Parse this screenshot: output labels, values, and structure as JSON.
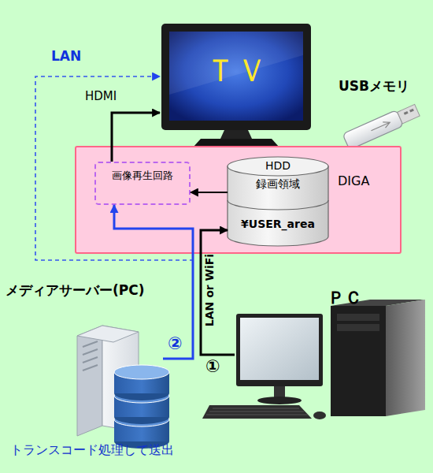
{
  "diagram": {
    "nodes": [
      {
        "text": [
          "ＴＶ"
        ]
      },
      {
        "text": [
          "DIGA"
        ]
      },
      {
        "text": [
          "画像再生回路"
        ],
        "in": 1
      },
      {
        "text": [
          "HDD",
          "録画領域",
          "¥USER_area"
        ],
        "in": 1
      },
      {
        "text": [
          "メディアサーバー(PC)",
          "トランスコード処理して送出"
        ]
      },
      {
        "text": [
          "ＰＣ"
        ]
      }
    ],
    "edges": [
      {
        "from": 2,
        "to": 0,
        "arrow": "to",
        "label": "HDMI"
      },
      {
        "from": 3,
        "to": 2,
        "arrow": "to"
      },
      {
        "from": 5,
        "to": 3,
        "arrow": "to",
        "label": "LAN or WiFi"
      },
      {
        "from": 4,
        "to": 0,
        "arrow": "to",
        "label": "LAN"
      },
      {
        "from": 4,
        "to": 2,
        "arrow": "to"
      }
    ],
    "labels": [
      "USBメモリ",
      "①",
      "②"
    ]
  }
}
